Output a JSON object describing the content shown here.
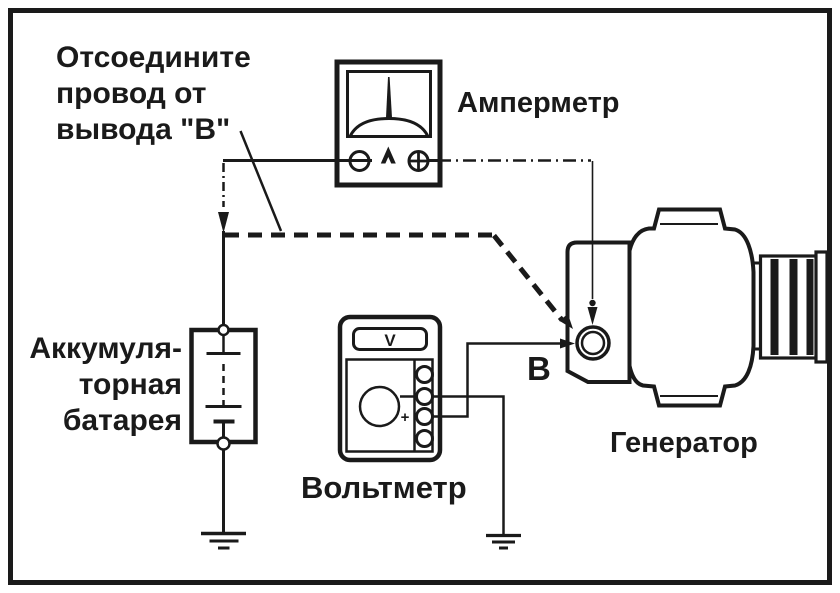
{
  "colors": {
    "ink": "#1a1a1a",
    "paper": "#ffffff"
  },
  "instruction": {
    "line1": "Отсоедините",
    "line2": "провод от",
    "line3": "вывода \"В\""
  },
  "ammeter": {
    "label": "Амперметр"
  },
  "voltmeter": {
    "label": "Вольтметр",
    "display": "V",
    "plus_marker": "+"
  },
  "battery": {
    "label_line1": "Аккумуля-",
    "label_line2": "торная",
    "label_line3": "батарея"
  },
  "generator": {
    "label": "Генератор",
    "terminal_label": "В"
  },
  "icons": {
    "ammeter_pointer": "▲",
    "plus_terminal": "⊕",
    "minus_terminal": "⊖",
    "ground_symbol": "⏚",
    "down_arrow": "▼",
    "right_arrow": "►"
  }
}
